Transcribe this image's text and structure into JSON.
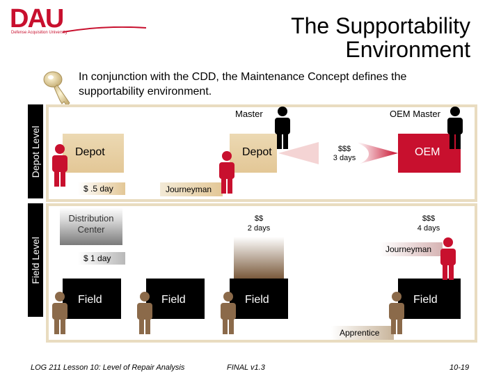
{
  "title": "The Supportability\nEnvironment",
  "title_line1": "The Supportability",
  "title_line2": "Environment",
  "logo": {
    "text": "DAU",
    "subtitle": "Defense Acquisition University"
  },
  "intro_line1": "In conjunction with the CDD, the Maintenance Concept defines the",
  "intro_line2": "supportability environment.",
  "levels": {
    "depot": "Depot Level",
    "field": "Field Level"
  },
  "nodes": {
    "master": "Master",
    "oem_master": "OEM Master",
    "depot_left": "Depot",
    "depot_right": "Depot",
    "oem": "OEM",
    "journeyman_depot": "Journeyman",
    "distribution_center": "Distribution\nCenter",
    "journeyman_field": "Journeyman",
    "field_1": "Field",
    "field_2": "Field",
    "field_3": "Field",
    "field_4": "Field",
    "apprentice": "Apprentice"
  },
  "costs": {
    "depot_to_oem_cost": "$$$",
    "depot_to_oem_time": "3 days",
    "depot_dist": "$  .5 day",
    "field_depot_cost": "$$",
    "field_depot_time": "2 days",
    "field_oem_cost": "$$$",
    "field_oem_time": "4 days",
    "dist_field": "$  1 day"
  },
  "footer": {
    "left": "LOG 211 Lesson 10: Level of Repair Analysis",
    "center": "FINAL v1.3",
    "right": "10-19"
  },
  "colors": {
    "red": "#c8102e",
    "tan": "#e3c796",
    "brown": "#8b6a4a",
    "dark": "#000000",
    "frame": "#e9dcc0"
  }
}
